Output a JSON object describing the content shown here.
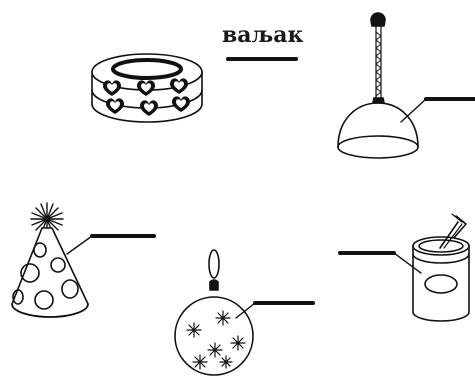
{
  "worksheet": {
    "items": [
      {
        "object": "cylinder-tape",
        "label": "ваљак"
      },
      {
        "object": "pendant-lamp",
        "label": ""
      },
      {
        "object": "party-hat",
        "label": ""
      },
      {
        "object": "christmas-ornament",
        "label": ""
      },
      {
        "object": "soda-can",
        "label": ""
      }
    ]
  },
  "colors": {
    "ink": "#111111",
    "background": "#ffffff"
  }
}
